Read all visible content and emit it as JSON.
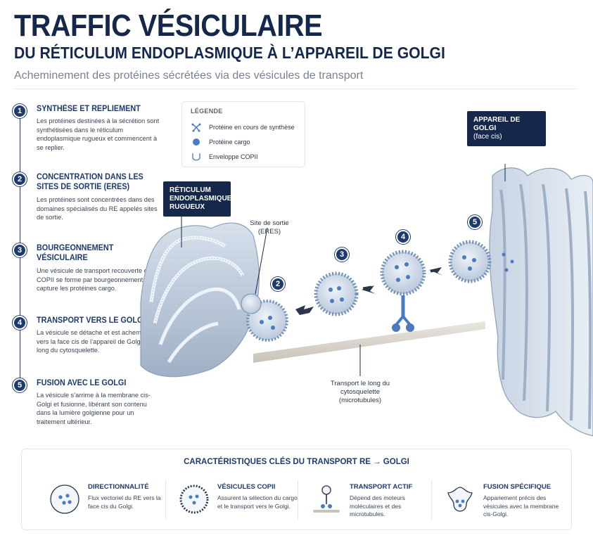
{
  "header": {
    "title": "TRAFFIC VÉSICULAIRE",
    "subtitle_main": "DU RÉTICULUM ENDOPLASMIQUE À L’APPAREIL DE GOLGI",
    "tagline": "Acheminement des protéines sécrétées via des vésicules de transport"
  },
  "steps": [
    {
      "num": "1",
      "title": "SYNTHÈSE ET REPLIEMENT",
      "desc": "Les protéines destinées à la sécrétion sont synthétisées dans le réticulum endoplasmique rugueux et commencent à se replier."
    },
    {
      "num": "2",
      "title": "CONCENTRATION DANS LES SITES DE SORTIE (ERES)",
      "desc": "Les protéines sont concentrées dans des domaines spécialisés du RE appelés sites de sortie."
    },
    {
      "num": "3",
      "title": "BOURGEONNEMENT VÉSICULAIRE",
      "desc": "Une vésicule de transport recouverte de COPII se forme par bourgeonnement et capture les protéines cargo."
    },
    {
      "num": "4",
      "title": "TRANSPORT VERS LE GOLGI",
      "desc": "La vésicule se détache et est acheminée vers la face cis de l’appareil de Golgi le long du cytosquelette."
    },
    {
      "num": "5",
      "title": "FUSION AVEC LE GOLGI",
      "desc": "La vésicule s’arrime à la membrane cis-Golgi et fusionne, libérant son contenu dans la lumière golgienne pour un traitement ultérieur."
    }
  ],
  "legend": {
    "title": "LÉGENDE",
    "items": [
      "Protéine en cours de synthèse",
      "Protéine cargo",
      "Enveloppe COPII"
    ]
  },
  "diagram": {
    "er_label": "RÉTICULUM ENDOPLASMIQUE RUGUEUX",
    "golgi_label": "APPAREIL DE GOLGI",
    "golgi_sub": "(face cis)",
    "eres_label": "Site de sortie (ERES)",
    "cytoskeleton_label": "Transport le long du cytosquelette (microtubules)",
    "markers": [
      "2",
      "3",
      "4",
      "5"
    ]
  },
  "features": {
    "title": "CARACTÉRISTIQUES CLÉS DU TRANSPORT RE → GOLGI",
    "items": [
      {
        "title": "DIRECTIONNALITÉ",
        "desc": "Flux vectoriel du RE vers la face cis du Golgi.",
        "icon": "direction-icon"
      },
      {
        "title": "VÉSICULES COPII",
        "desc": "Assurent la sélection du cargo et le transport vers le Golgi.",
        "icon": "copii-vesicle-icon"
      },
      {
        "title": "TRANSPORT ACTIF",
        "desc": "Dépend des moteurs moléculaires et des microtubules.",
        "icon": "motor-protein-icon"
      },
      {
        "title": "FUSION SPÉCIFIQUE",
        "desc": "Appariement précis des vésicules avec la membrane cis-Golgi.",
        "icon": "fusion-icon"
      }
    ]
  },
  "colors": {
    "navy": "#15284c",
    "accent": "#1e3a6e",
    "cargo": "#4a7bc0",
    "membrane": "#a9b8cc"
  }
}
